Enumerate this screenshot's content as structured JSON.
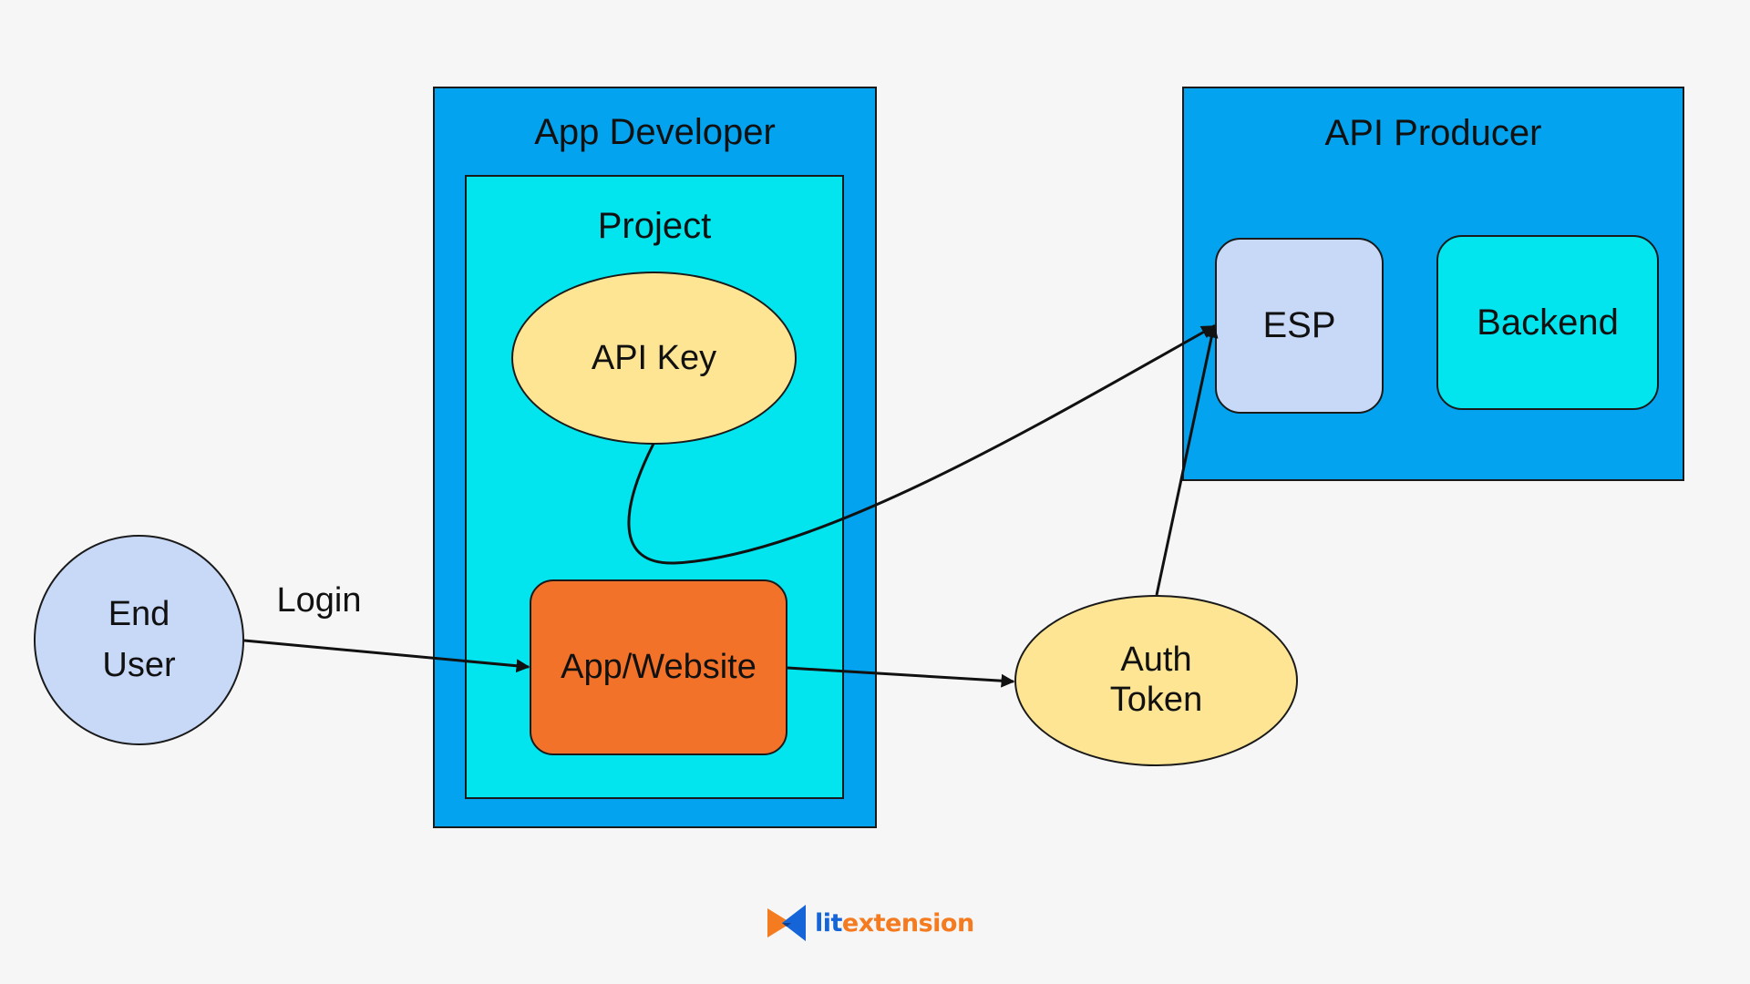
{
  "groups": {
    "app_developer": {
      "title": "App Developer"
    },
    "project": {
      "title": "Project"
    },
    "api_producer": {
      "title": "API Producer"
    }
  },
  "nodes": {
    "api_key": "API Key",
    "app_website": "App/Website",
    "esp": "ESP",
    "backend": "Backend",
    "end_user": {
      "line1": "End",
      "line2": "User"
    },
    "auth_token": {
      "line1": "Auth",
      "line2": "Token"
    }
  },
  "edges": {
    "login_label": "Login"
  },
  "brand": {
    "part1": "lit",
    "part2": "extension"
  },
  "colors": {
    "background": "#f6f6f6",
    "group_blue": "#03a3ef",
    "cyan": "#02e5ee",
    "yellow": "#fde594",
    "orange": "#f3722a",
    "lavender": "#c8d9f8",
    "brand_blue": "#1565d8",
    "brand_orange": "#f47b20"
  }
}
